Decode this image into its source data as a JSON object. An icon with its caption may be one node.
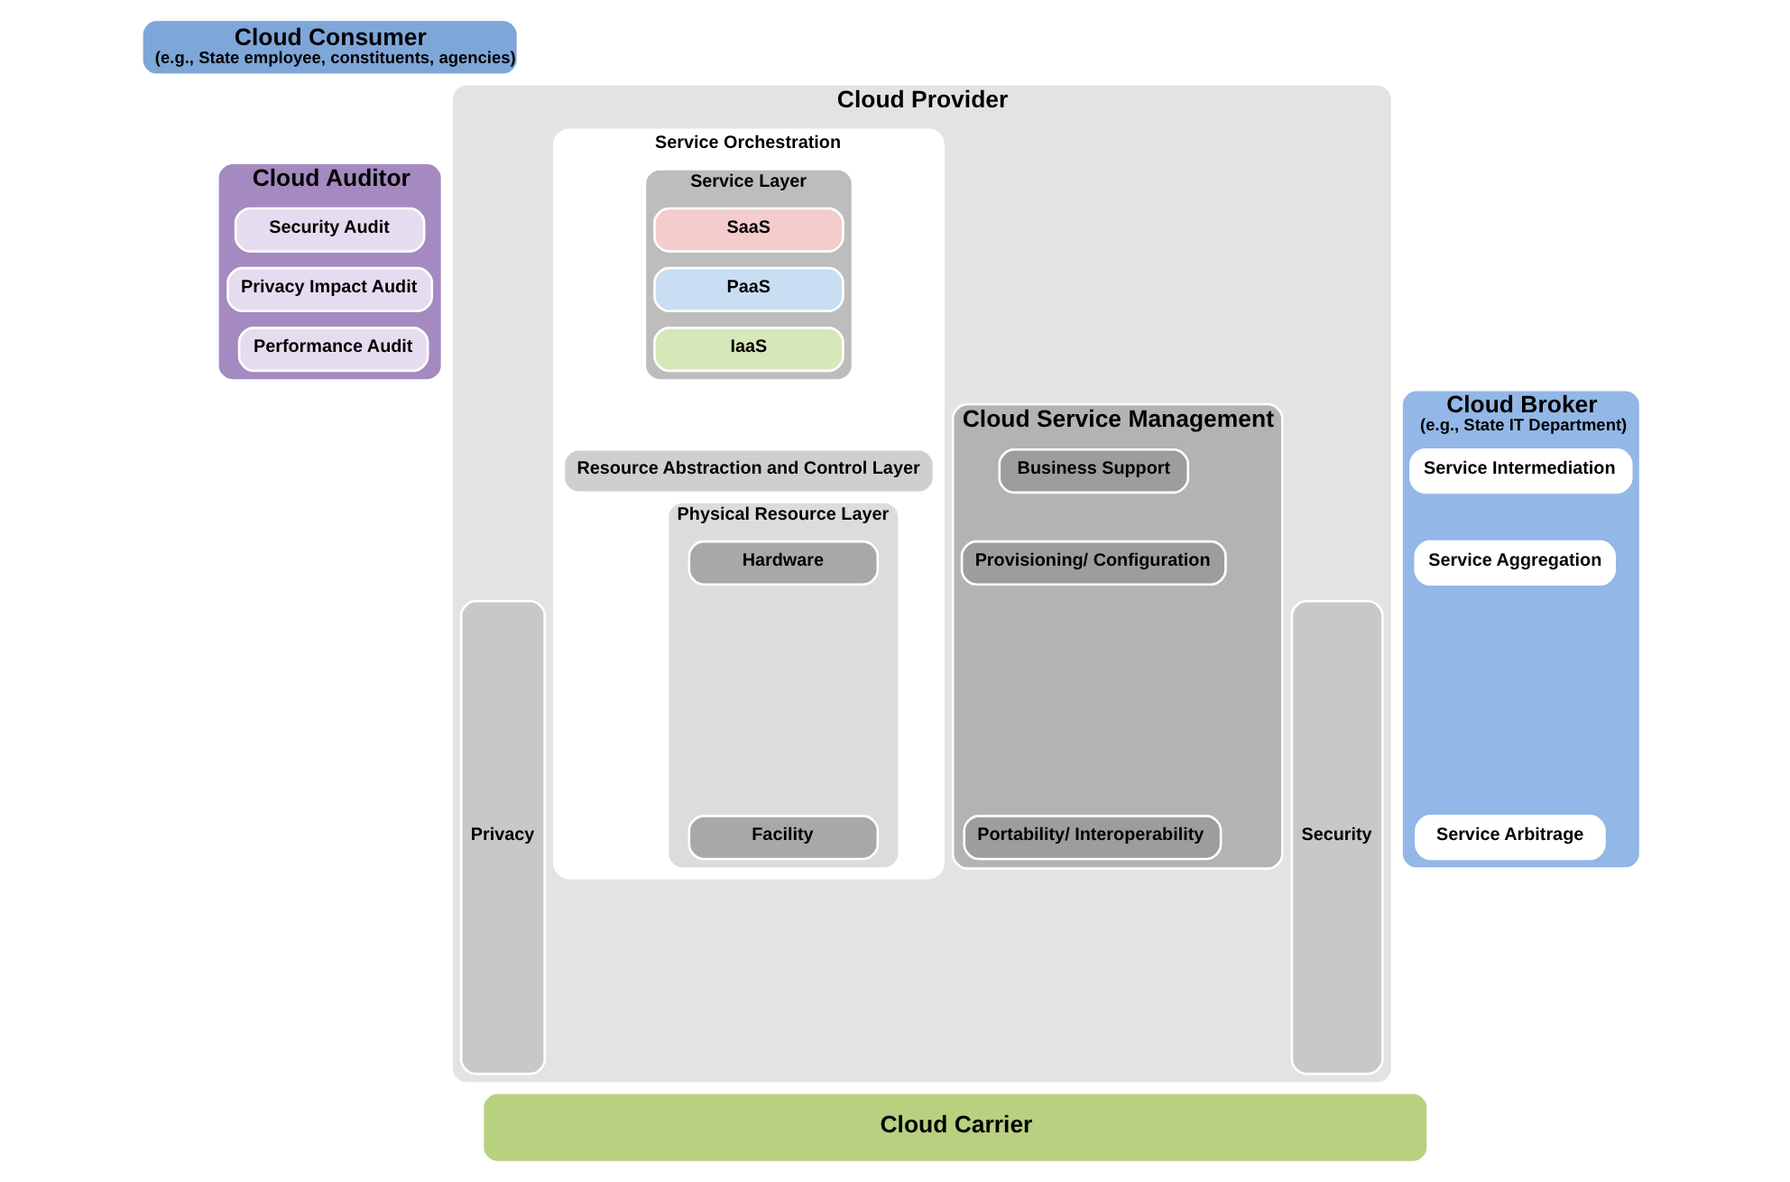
{
  "diagram": {
    "nodes": [
      {
        "text": [
          "Cloud Consumer",
          "(e.g., State employee, constituents, agencies)"
        ]
      },
      {
        "text": [
          "Cloud Auditor"
        ]
      },
      {
        "text": [
          "Security Audit"
        ],
        "in": 1
      },
      {
        "text": [
          "Privacy Impact Audit"
        ],
        "in": 1
      },
      {
        "text": [
          "Performance Audit"
        ],
        "in": 1
      },
      {
        "text": [
          "Cloud Provider"
        ]
      },
      {
        "text": [
          "Service Orchestration"
        ],
        "in": 5
      },
      {
        "text": [
          "Service Layer"
        ],
        "in": 6
      },
      {
        "text": [
          "SaaS"
        ],
        "in": 7
      },
      {
        "text": [
          "PaaS"
        ],
        "in": 7
      },
      {
        "text": [
          "IaaS"
        ],
        "in": 7
      },
      {
        "text": [
          "Resource Abstraction and Control Layer"
        ],
        "in": 6
      },
      {
        "text": [
          "Physical Resource Layer"
        ],
        "in": 6
      },
      {
        "text": [
          "Hardware"
        ],
        "in": 12
      },
      {
        "text": [
          "Facility"
        ],
        "in": 12
      },
      {
        "text": [
          "Cloud Service Management"
        ],
        "in": 5
      },
      {
        "text": [
          "Business Support"
        ],
        "in": 15
      },
      {
        "text": [
          "Provisioning/ Configuration"
        ],
        "in": 15
      },
      {
        "text": [
          "Portability/ Interoperability"
        ],
        "in": 15
      },
      {
        "text": [
          "Security"
        ],
        "in": 5
      },
      {
        "text": [
          "Privacy"
        ],
        "in": 5
      },
      {
        "text": [
          "Cloud Broker",
          "(e.g., State IT Department)"
        ]
      },
      {
        "text": [
          "Service Intermediation"
        ],
        "in": 21
      },
      {
        "text": [
          "Service Aggregation"
        ],
        "in": 21
      },
      {
        "text": [
          "Service Arbitrage"
        ],
        "in": 21
      },
      {
        "text": [
          "Cloud Carrier"
        ]
      }
    ]
  }
}
